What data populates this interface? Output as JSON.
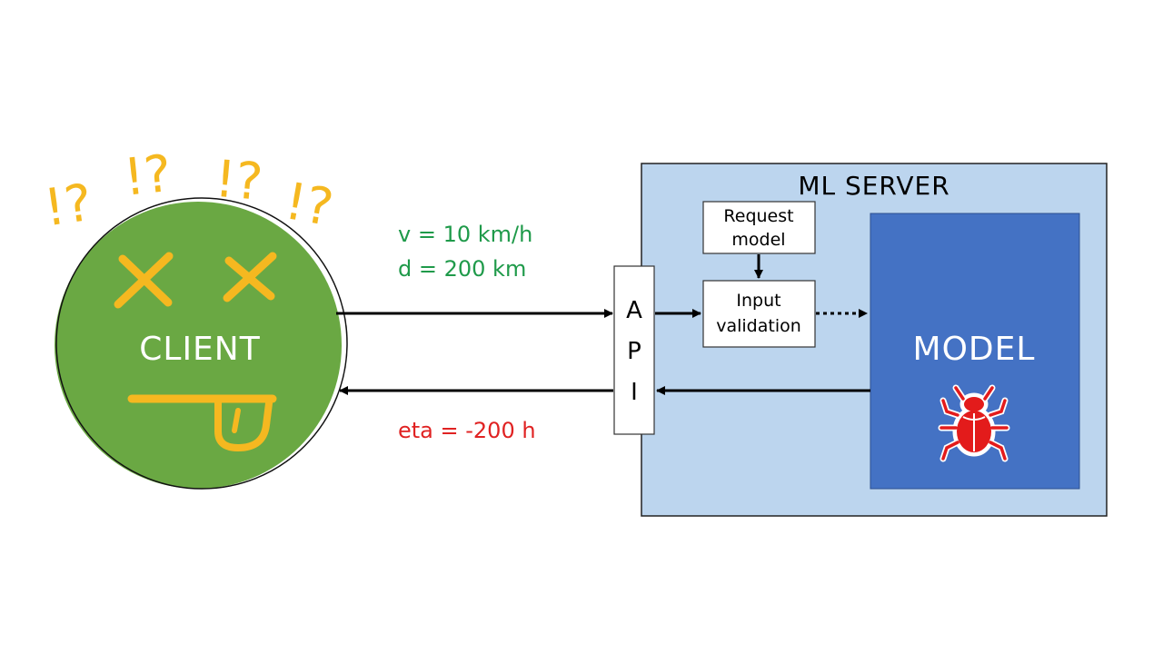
{
  "client": {
    "label": "CLIENT",
    "face_color": "#6aa843",
    "accent_color": "#f5b820",
    "exclamations": [
      "!?",
      "!?",
      "!?",
      "!?"
    ]
  },
  "request": {
    "line1": "v = 10 km/h",
    "line2": "d = 200 km",
    "color": "#1f9a4a"
  },
  "response": {
    "text": "eta = -200 h",
    "color": "#e02222"
  },
  "api": {
    "letters": [
      "A",
      "P",
      "I"
    ]
  },
  "server": {
    "title": "ML SERVER",
    "bg_color": "#bcd5ee",
    "request_model": {
      "line1": "Request",
      "line2": "model"
    },
    "input_validation": {
      "line1": "Input",
      "line2": "validation"
    },
    "model": {
      "label": "MODEL",
      "color": "#4472c4"
    },
    "bug": {
      "icon": "bug-icon",
      "color": "#e31b1b"
    }
  }
}
